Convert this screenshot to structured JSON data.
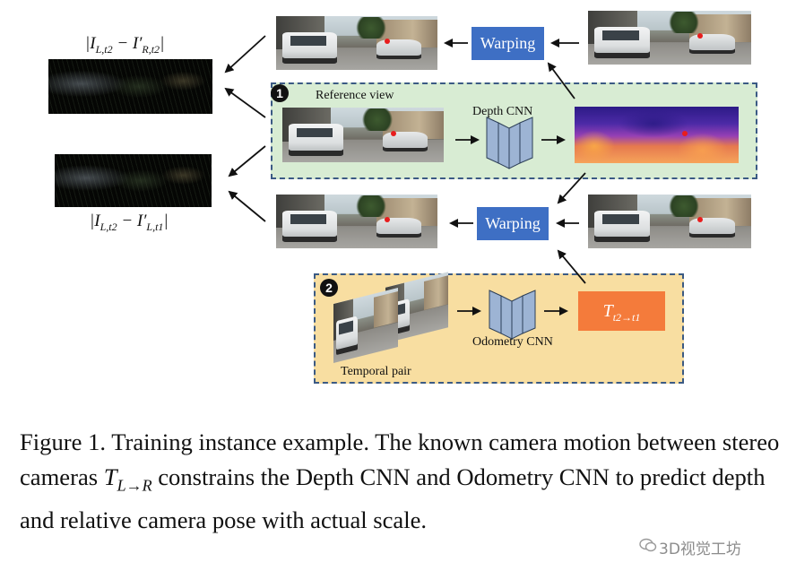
{
  "diagram": {
    "top_error_label": "|I_{L,t2} − I'_{R,t2}|",
    "bottom_error_label": "|I_{L,t2} − I'_{L,t1}|",
    "panel1_number": "1",
    "panel1_view_label": "Reference view",
    "depth_cnn_label": "Depth CNN",
    "warping_top_label": "Warping",
    "warping_bottom_label": "Warping",
    "panel2_number": "2",
    "temporal_pair_label": "Temporal pair",
    "odometry_cnn_label": "Odometry CNN",
    "pose_label": "T_{t2→t1}",
    "colors": {
      "panel1_bg": "#d8ecd3",
      "panel2_bg": "#f8dea1",
      "panel_border": "#3b5a84",
      "warping_box": "#3e6fc4",
      "pose_box": "#f47b3b",
      "cnn_block": "#9db4d4",
      "keypoint": "#e81d1d"
    }
  },
  "caption": {
    "prefix": "Figure 1. Training instance example. The known camera motion between stereo cameras ",
    "math": "T_{L→R}",
    "suffix": " constrains the Depth CNN and Odometry CNN to predict depth and relative camera pose with actual scale."
  },
  "watermark": {
    "text": "3D视觉工坊",
    "icon": "wechat-icon"
  }
}
